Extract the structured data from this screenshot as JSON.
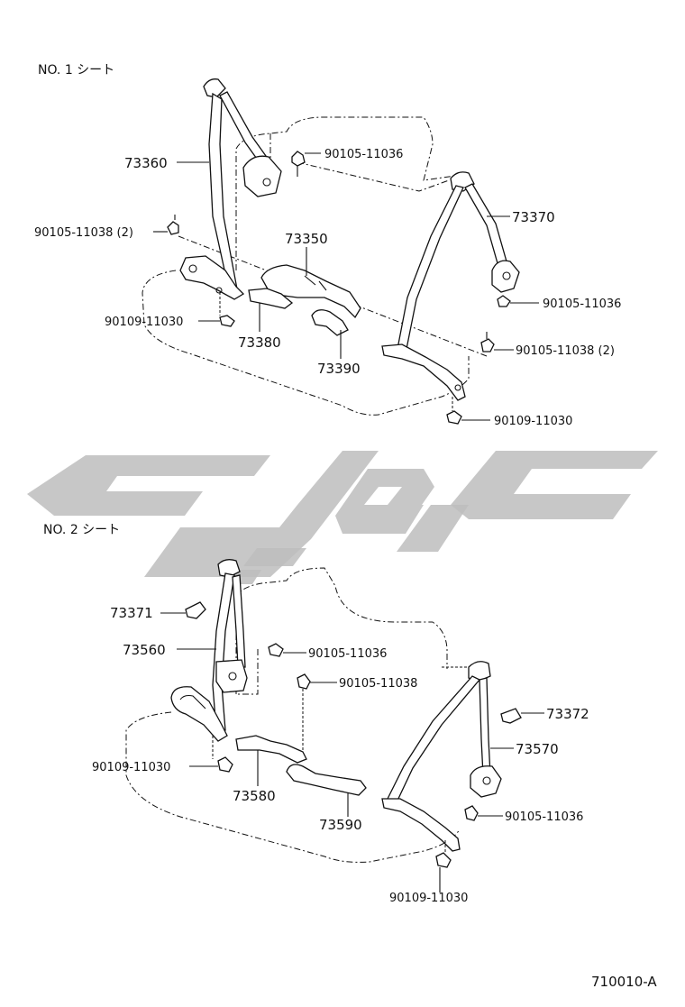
{
  "sections": [
    {
      "title": "NO. 1 シート",
      "callouts": [
        {
          "id": "73360",
          "text": "73360"
        },
        {
          "id": "90105-11036-a",
          "text": "90105-11036"
        },
        {
          "id": "73370",
          "text": "73370"
        },
        {
          "id": "90105-11038-2",
          "text": "90105-11038 (2)"
        },
        {
          "id": "73350",
          "text": "73350"
        },
        {
          "id": "90105-11036-b",
          "text": "90105-11036"
        },
        {
          "id": "90109-11030-a",
          "text": "90109-11030"
        },
        {
          "id": "73380",
          "text": "73380"
        },
        {
          "id": "90105-11038-2b",
          "text": "90105-11038 (2)"
        },
        {
          "id": "73390",
          "text": "73390"
        },
        {
          "id": "90109-11030-b",
          "text": "90109-11030"
        }
      ]
    },
    {
      "title": "NO. 2 シート",
      "callouts": [
        {
          "id": "73371",
          "text": "73371"
        },
        {
          "id": "73560",
          "text": "73560"
        },
        {
          "id": "90105-11036-c",
          "text": "90105-11036"
        },
        {
          "id": "90105-11038",
          "text": "90105-11038"
        },
        {
          "id": "73372",
          "text": "73372"
        },
        {
          "id": "73570",
          "text": "73570"
        },
        {
          "id": "90109-11030-c",
          "text": "90109-11030"
        },
        {
          "id": "73580",
          "text": "73580"
        },
        {
          "id": "73590",
          "text": "73590"
        },
        {
          "id": "90105-11036-d",
          "text": "90105-11036"
        },
        {
          "id": "90109-11030-d",
          "text": "90109-11030"
        }
      ]
    }
  ],
  "diagram_code": "710010-A"
}
